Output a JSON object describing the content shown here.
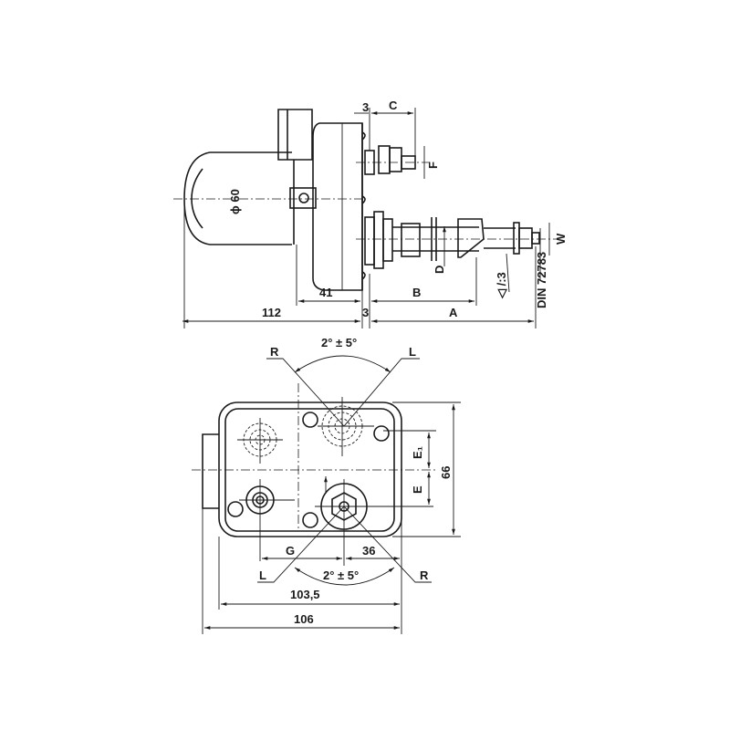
{
  "side_view": {
    "dim_112": "112",
    "dim_41": "41",
    "dim_3_bottom": "3",
    "dim_3_top": "3",
    "dim_A": "A",
    "dim_B": "B",
    "dim_C": "C",
    "dim_D": "D",
    "dim_F": "F",
    "dim_W": "W",
    "diameter": "ϕ 60",
    "taper": "◁ /:3",
    "standard": "DIN 72783"
  },
  "front_view": {
    "angle_top": "2° ± 5°",
    "angle_bottom": "2° ± 5°",
    "R_top": "R",
    "L_top": "L",
    "L_bottom": "L",
    "R_bottom": "R",
    "dim_66": "66",
    "dim_E1": "E₁",
    "dim_E": "E",
    "dim_G": "G",
    "dim_36": "36",
    "dim_103_5": "103,5",
    "dim_106": "106"
  }
}
